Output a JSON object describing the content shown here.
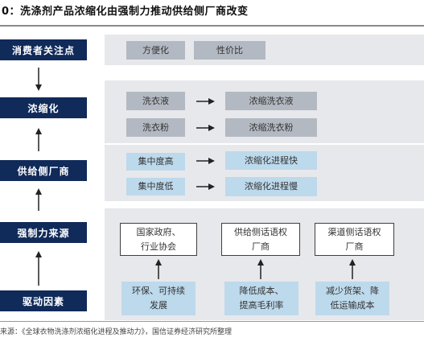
{
  "title": "0：洗涤剂产品浓缩化由强制力推动供给侧厂商改变",
  "source": "来源：《全球衣物洗涤剂浓缩化进程及推动力》，国信证券经济研究所整理",
  "rows": {
    "consumer": {
      "label": "消费者关注点",
      "items": [
        "方便化",
        "性价比"
      ]
    },
    "concentration": {
      "label": "浓缩化",
      "pairs": [
        {
          "from": "洗衣液",
          "to": "浓缩洗衣液"
        },
        {
          "from": "洗衣粉",
          "to": "浓缩洗衣粉"
        }
      ]
    },
    "supply": {
      "label": "供给侧厂商",
      "pairs": [
        {
          "from": "集中度高",
          "to": "浓缩化进程快"
        },
        {
          "from": "集中度低",
          "to": "浓缩化进程慢"
        }
      ]
    },
    "force": {
      "label": "强制力来源",
      "items": [
        "国家政府、\n行业协会",
        "供给侧话语权\n厂商",
        "渠道侧话语权\n厂商"
      ]
    },
    "driver": {
      "label": "驱动因素",
      "items": [
        "环保、可持续\n发展",
        "降低成本、\n提高毛利率",
        "减少货架、降\n低运输成本"
      ]
    }
  }
}
